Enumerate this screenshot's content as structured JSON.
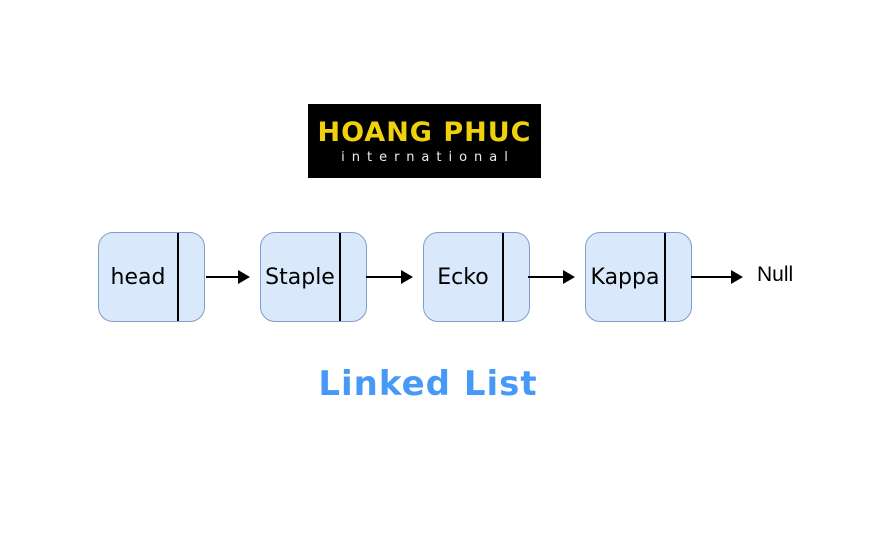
{
  "logo": {
    "title": "HOANG PHUC",
    "subtitle": "international"
  },
  "diagram": {
    "type": "linked-list",
    "nodes": [
      {
        "label": "head"
      },
      {
        "label": "Staple"
      },
      {
        "label": "Ecko"
      },
      {
        "label": "Kappa"
      }
    ],
    "terminator": "Null"
  },
  "caption": {
    "text": "Linked List"
  },
  "colors": {
    "logo_bg": "#000000",
    "logo_yellow": "#f0d20c",
    "logo_subtitle": "#ededed",
    "node_fill": "#dae8fc",
    "node_border": "#7f9dca",
    "arrow_color": "#000000",
    "title_blue": "#4799f7"
  }
}
